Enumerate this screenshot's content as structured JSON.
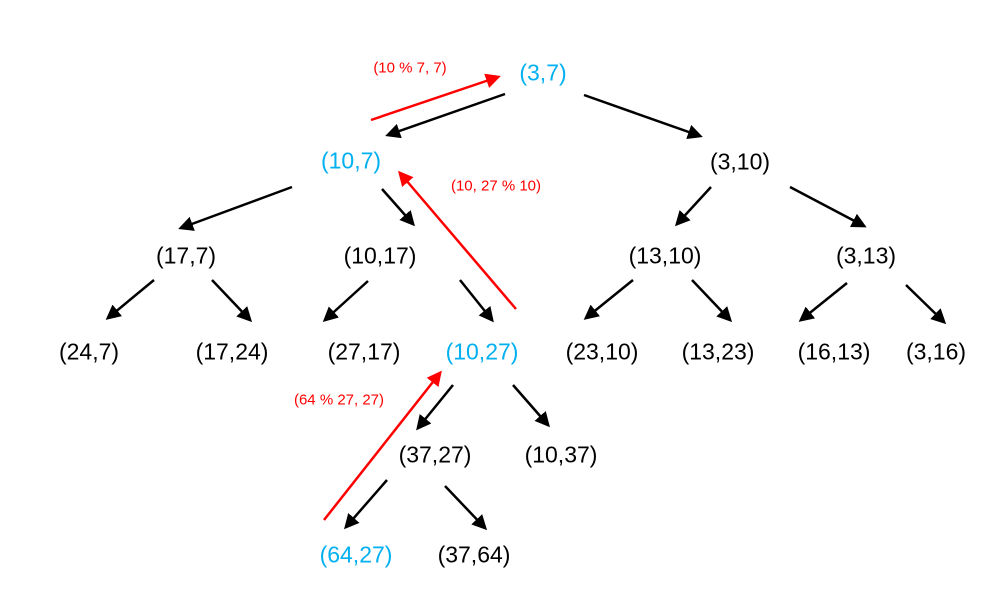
{
  "colors": {
    "node": "#000000",
    "highlight": "#00b0f0",
    "annotation": "#ff0000",
    "edge": "#000000"
  },
  "nodes": {
    "n_3_7": "(3,7)",
    "n_10_7": "(10,7)",
    "n_3_10": "(3,10)",
    "n_17_7": "(17,7)",
    "n_10_17": "(10,17)",
    "n_13_10": "(13,10)",
    "n_3_13": "(3,13)",
    "n_24_7": "(24,7)",
    "n_17_24": "(17,24)",
    "n_27_17": "(27,17)",
    "n_10_27": "(10,27)",
    "n_23_10": "(23,10)",
    "n_13_23": "(13,23)",
    "n_16_13": "(16,13)",
    "n_3_16": "(3,16)",
    "n_37_27": "(37,27)",
    "n_10_37": "(10,37)",
    "n_64_27": "(64,27)",
    "n_37_64": "(37,64)"
  },
  "annotations": {
    "a1": "(10 % 7, 7)",
    "a2": "(10, 27 % 10)",
    "a3": "(64 % 27, 27)"
  },
  "highlighted_path": [
    "(64,27)",
    "(10,27)",
    "(10,7)",
    "(3,7)"
  ]
}
